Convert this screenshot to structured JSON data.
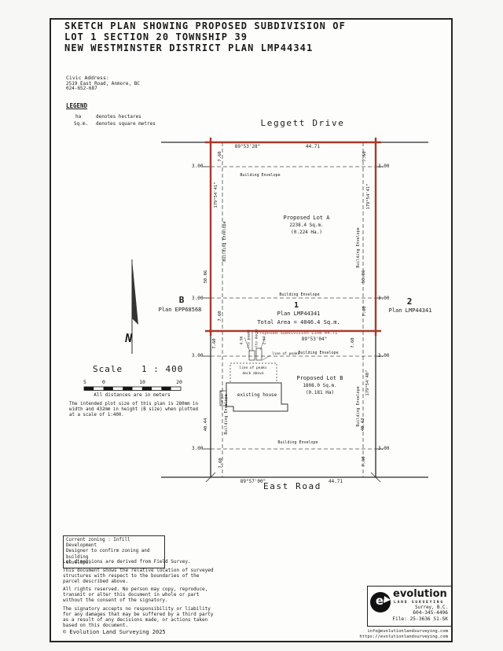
{
  "colors": {
    "red": "#a93a2a",
    "ink": "#1b1b1b"
  },
  "title": {
    "line1": "SKETCH PLAN SHOWING PROPOSED SUBDIVISION OF",
    "line2": "LOT 1 SECTION 20 TOWNSHIP 39",
    "line3": "NEW WESTMINSTER DISTRICT PLAN LMP44341"
  },
  "civic": {
    "label": "Civic Address:",
    "line1": "2519 East Road, Anmore, BC",
    "line2": "024-652-687"
  },
  "legend": {
    "heading": "LEGEND",
    "items": [
      {
        "abbr": "ha",
        "meaning": "denotes hectares"
      },
      {
        "abbr": "Sq.m.",
        "meaning": "denotes square metres"
      }
    ]
  },
  "plan": {
    "streets": {
      "top": "Leggett Drive",
      "bottom": "East Road"
    },
    "north": "N",
    "bearings": {
      "top": "89°53'28\"",
      "top_dist": "44.71",
      "bottom": "89°57'00\"",
      "bottom_dist": "44.71",
      "side": "179°54'41\"",
      "side_lower": "179°54'40\"",
      "sub_line": "Proposed Subdivision Line 44.71",
      "sub_bearing": "89°53'04\""
    },
    "dims": {
      "d760": "7.60",
      "d300": "3.00",
      "d5006": "50.06",
      "d4044": "40.44",
      "d4043": "40.43"
    },
    "envelope": "Building Envelope",
    "lot_a": {
      "name": "Proposed Lot A",
      "sqm": "2238.4  Sq.m.",
      "ha": "(0.224  Ha.)"
    },
    "lot_b": {
      "name": "Proposed Lot B",
      "sqm": "1808.0  Sq.m.",
      "ha": "(0.181  Ha)"
    },
    "parcel_center": {
      "num": "1",
      "plan": "Plan LMP44341",
      "total": "Total Area = 4046.4  Sq.m."
    },
    "parcel_left": {
      "num": "B",
      "plan": "Plan EPP68568"
    },
    "parcel_right": {
      "num": "2",
      "plan": "Plan LMP44341"
    },
    "house": {
      "label": "existing house",
      "peaks": "line of peaks",
      "deck": "deck above",
      "carport": "carport",
      "tiny": [
        "4.96",
        "(to peak)",
        "(to deck)",
        "2.04"
      ]
    }
  },
  "scale": {
    "label": "Scale",
    "ratio": "1 : 400",
    "ticks": [
      "5",
      "0",
      "10",
      "20"
    ],
    "note": "All distances are in meters",
    "plot_note": "The intended plot size of this plan is 280mm in width and 432mm in height (B size) when plotted at a scale of 1:400."
  },
  "zoning": {
    "l1": "Current zoning : Infill Development",
    "l2": "Designer to confirm zoning and building",
    "l3": "envelope."
  },
  "notes": [
    "Lot dimensions are derived from Field Survey.",
    "This document shows the relative location of surveyed structures with respect to the boundaries of the parcel described above.",
    "All rights reserved. No person may copy, reproduce, transmit or alter this document in whole or part without the consent of the signatory.",
    "The signatory accepts no responsibility or liability for any damages that may be suffered by a third party as a result of any decisions made, or actions taken based on this document."
  ],
  "footer": {
    "copyright": "© Evolution Land Surveying 2025"
  },
  "logo": {
    "monogram": "e",
    "brand": "evolution",
    "tagline": "LAND SURVEYING",
    "city": "Surrey,  B.C.",
    "phone": "604-345-4496",
    "file": "File: 25-3636  S1-SK",
    "email": "info@evolutionlandsurveying.com",
    "website": "https://evolutionlandsurveying.com"
  }
}
